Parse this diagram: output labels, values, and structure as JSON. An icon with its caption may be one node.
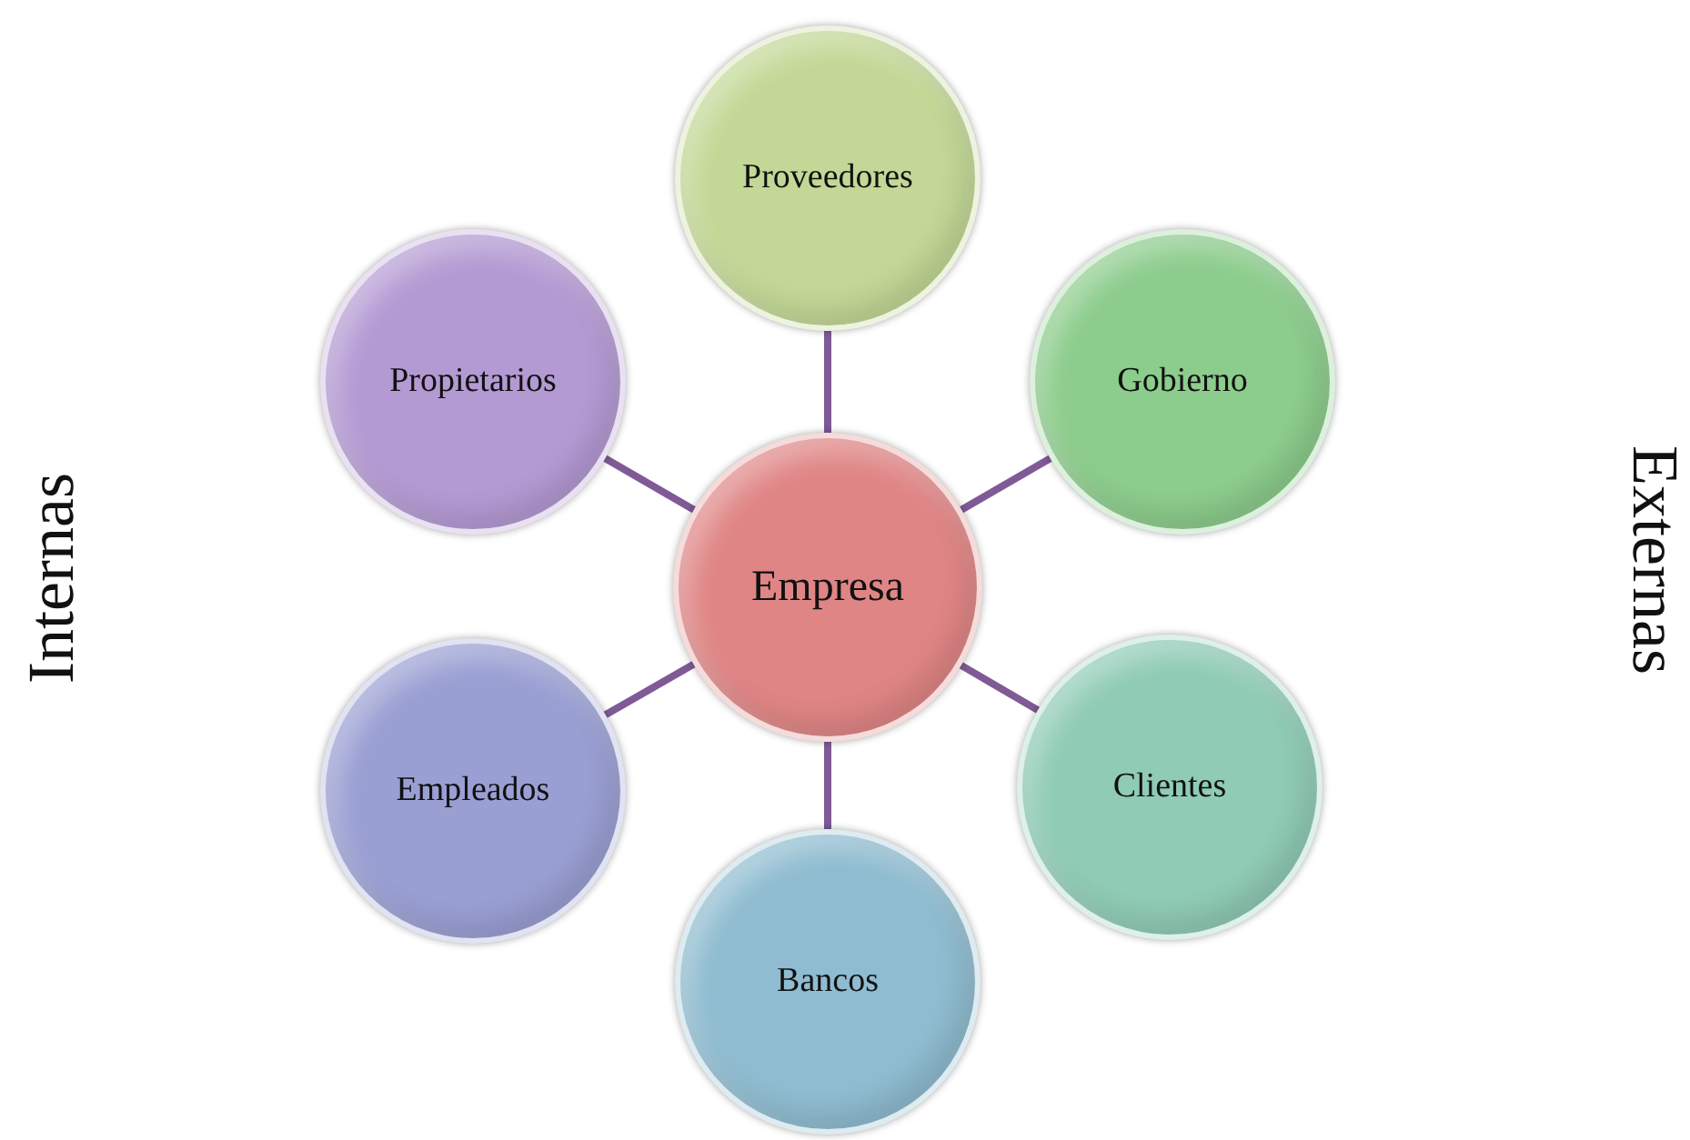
{
  "diagram": {
    "nodes": [
      {
        "text": [
          "Empresa"
        ]
      },
      {
        "text": [
          "Proveedores"
        ]
      },
      {
        "text": [
          "Gobierno"
        ]
      },
      {
        "text": [
          "Clientes"
        ]
      },
      {
        "text": [
          "Bancos"
        ]
      },
      {
        "text": [
          "Empleados"
        ]
      },
      {
        "text": [
          "Propietarios"
        ]
      }
    ],
    "edges": [
      {
        "from": 0,
        "to": 1,
        "arrow": "none"
      },
      {
        "from": 0,
        "to": 2,
        "arrow": "none"
      },
      {
        "from": 0,
        "to": 3,
        "arrow": "none"
      },
      {
        "from": 0,
        "to": 4,
        "arrow": "none"
      },
      {
        "from": 0,
        "to": 5,
        "arrow": "none"
      },
      {
        "from": 0,
        "to": 6,
        "arrow": "none"
      }
    ],
    "labels": [
      "Internas",
      "Externas"
    ]
  }
}
